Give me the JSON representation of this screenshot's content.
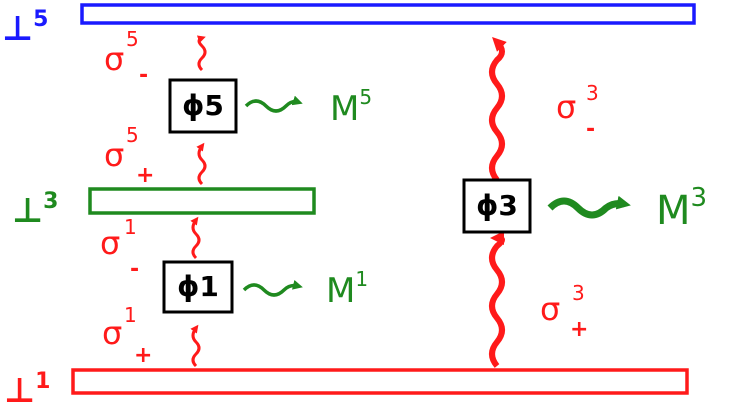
{
  "colors": {
    "top": "#1a1aff",
    "middle": "#1f8a1f",
    "bottom": "#ff1a1a"
  },
  "branes": {
    "top": {
      "symbol": "⊥",
      "sup": "5"
    },
    "middle": {
      "symbol": "⊥",
      "sup": "3"
    },
    "bottom": {
      "symbol": "⊥",
      "sup": "1"
    }
  },
  "boxes": {
    "phi5": {
      "label": "ϕ5"
    },
    "phi3": {
      "label": "ϕ3"
    },
    "phi1": {
      "label": "ϕ1"
    }
  },
  "outputs": {
    "m5": {
      "base": "M",
      "sup": "5"
    },
    "m3": {
      "base": "M",
      "sup": "3"
    },
    "m1": {
      "base": "M",
      "sup": "1"
    }
  },
  "sigmas": {
    "s5_minus": {
      "base": "σ",
      "sup": "5",
      "sub": "-"
    },
    "s5_plus": {
      "base": "σ",
      "sup": "5",
      "sub": "+"
    },
    "s1_minus": {
      "base": "σ",
      "sup": "1",
      "sub": "-"
    },
    "s1_plus": {
      "base": "σ",
      "sup": "1",
      "sub": "+"
    },
    "s3_minus": {
      "base": "σ",
      "sup": "3",
      "sub": "-"
    },
    "s3_plus": {
      "base": "σ",
      "sup": "3",
      "sub": "+"
    }
  }
}
